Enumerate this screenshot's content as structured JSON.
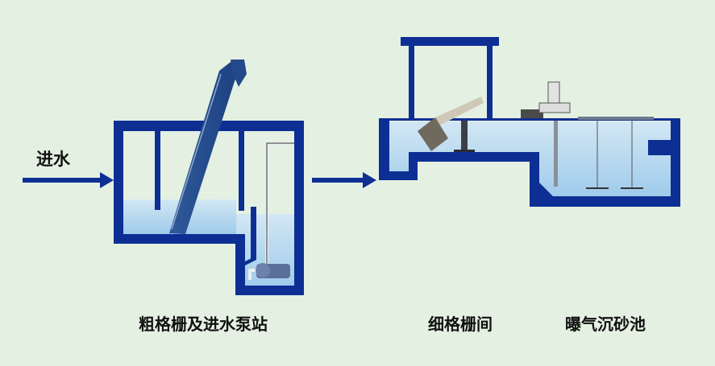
{
  "labels": {
    "inflow": "进水",
    "coarse_screen_pump_station": "粗格栅及进水泵站",
    "fine_screen_room": "细格栅间",
    "aerated_grit_chamber": "曝气沉砂池"
  },
  "colors": {
    "background": "#e4f1e2",
    "structure": "#0d2f94",
    "water": "#b5d6ee",
    "equipment": "#7a7468"
  }
}
